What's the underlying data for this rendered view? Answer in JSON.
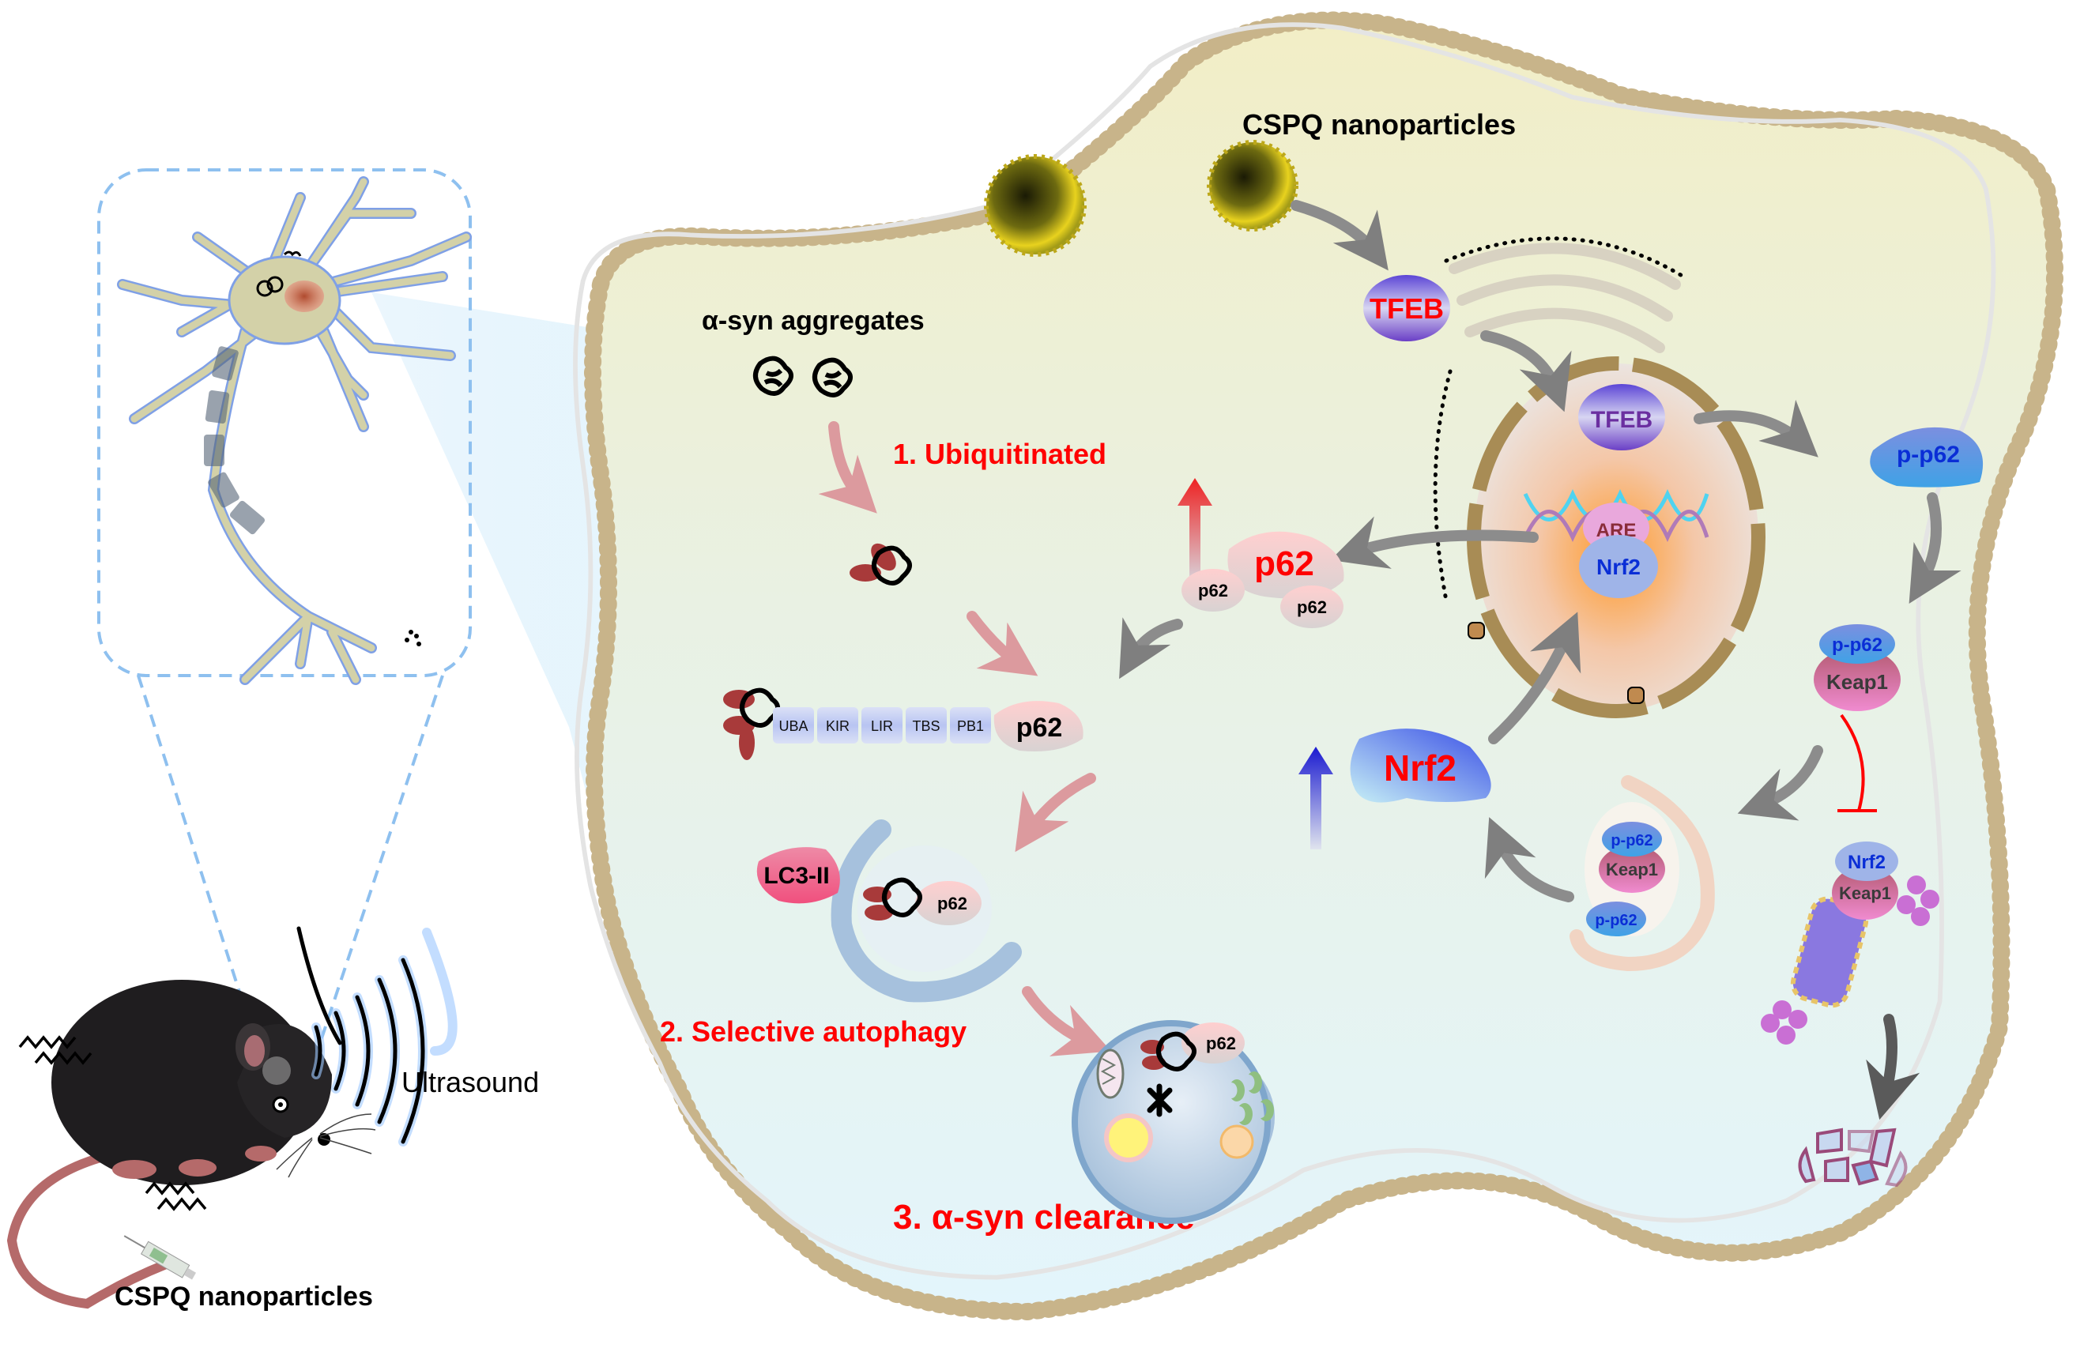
{
  "figure": {
    "title": "CSPQ nanoparticles with ultrasound promote alpha-synuclein clearance via TFEB / p62 / Nrf2 pathway"
  },
  "labels": {
    "cspq_top": "CSPQ nanoparticles",
    "cspq_bottom": "CSPQ nanoparticles",
    "ultrasound": "Ultrasound",
    "aggregates": "α-syn aggregates",
    "step1": "1. Ubiquitinated",
    "step2": "2. Selective autophagy",
    "step3": "3. α-syn clearance"
  },
  "proteins": {
    "tfeb_cytoplasm": "TFEB",
    "tfeb_nucleus": "TFEB",
    "are": "ARE",
    "nrf2_nucleus": "Nrf2",
    "nrf2_cytoplasm": "Nrf2",
    "p62_large": "p62",
    "p62_small_left": "p62",
    "p62_small_right": "p62",
    "p62_chain_end": "p62",
    "p62_phagophore": "p62",
    "p62_autolysosome": "p62",
    "lc3": "LC3-II",
    "pp62_free": "p-p62",
    "pp62_complex": "p-p62",
    "keap1_complex": "Keap1",
    "pp62_vesicle_top": "p-p62",
    "keap1_vesicle": "Keap1",
    "pp62_vesicle_bottom": "p-p62",
    "nrf2_proteasome": "Nrf2",
    "keap1_proteasome": "Keap1"
  },
  "p62_domains": [
    "UBA",
    "KIR",
    "LIR",
    "TBS",
    "PB1"
  ],
  "colors": {
    "label_red": "#ff0000",
    "protein_blue_text": "#0a2ed6",
    "tfeb_purple": "#6b2fa0",
    "membrane_head": "#c8b48a",
    "dashed_blue": "#8ec0ef",
    "cell_top": "#f1edc8",
    "cell_bottom": "#e3f5fc"
  }
}
